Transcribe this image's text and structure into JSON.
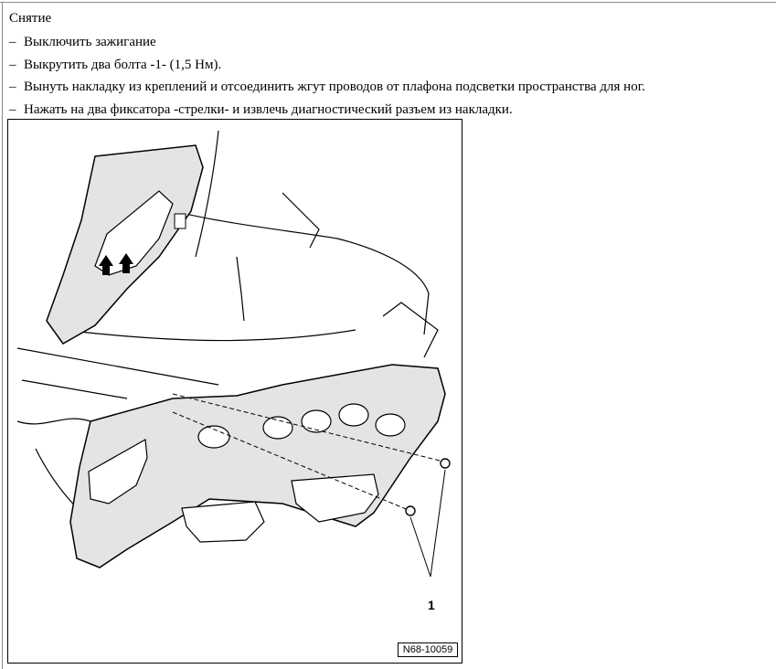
{
  "section": {
    "heading": "Снятие"
  },
  "steps": [
    {
      "bullet": "–",
      "text": "Выключить зажигание"
    },
    {
      "bullet": "–",
      "text": "Выкрутить два болта -1- (1,5 Нм)."
    },
    {
      "bullet": "–",
      "text": "Вынуть накладку из креплений и отсоединить жгут проводов от плафона подсветки пространства для ног."
    },
    {
      "bullet": "–",
      "text": "Нажать на два фиксатора -стрелки- и извлечь диагностический разъем из накладки."
    }
  ],
  "figure": {
    "code": "N68-10059",
    "callout_label": "1"
  }
}
